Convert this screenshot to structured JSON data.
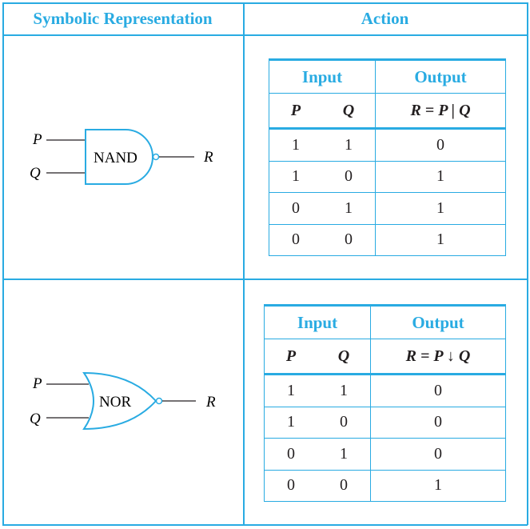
{
  "header": {
    "col1": "Symbolic Representation",
    "col2": "Action"
  },
  "colors": {
    "accent": "#29abe2",
    "text": "#231f20"
  },
  "nand": {
    "gate_label": "NAND",
    "in1": "P",
    "in2": "Q",
    "out": "R",
    "table": {
      "input_header": "Input",
      "output_header": "Output",
      "col_p": "P",
      "col_q": "Q",
      "col_r": "R = P | Q",
      "rows": [
        [
          "1",
          "1",
          "0"
        ],
        [
          "1",
          "0",
          "1"
        ],
        [
          "0",
          "1",
          "1"
        ],
        [
          "0",
          "0",
          "1"
        ]
      ]
    }
  },
  "nor": {
    "gate_label": "NOR",
    "in1": "P",
    "in2": "Q",
    "out": "R",
    "table": {
      "input_header": "Input",
      "output_header": "Output",
      "col_p": "P",
      "col_q": "Q",
      "col_r": "R = P ↓ Q",
      "rows": [
        [
          "1",
          "1",
          "0"
        ],
        [
          "1",
          "0",
          "0"
        ],
        [
          "0",
          "1",
          "0"
        ],
        [
          "0",
          "0",
          "1"
        ]
      ]
    }
  }
}
